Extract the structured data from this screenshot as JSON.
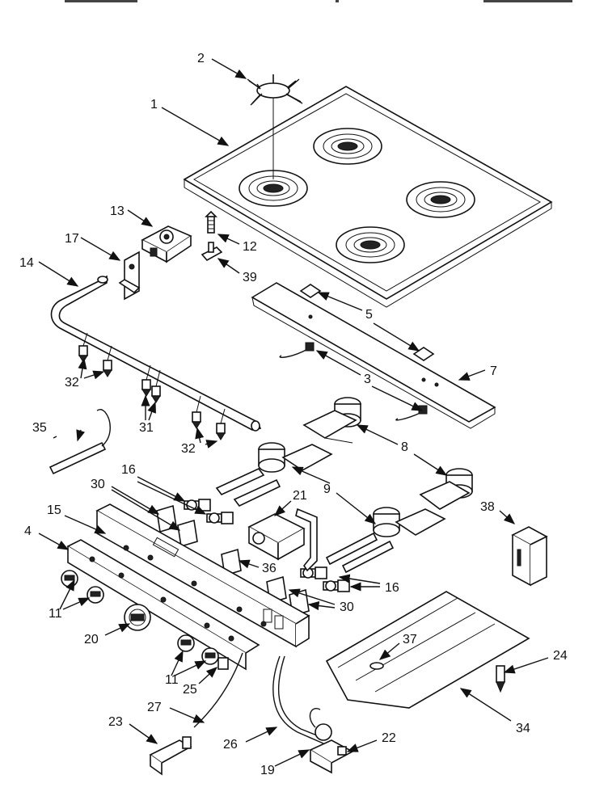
{
  "diagram": {
    "callouts": [
      "1",
      "2",
      "3",
      "4",
      "5",
      "7",
      "8",
      "9",
      "11",
      "11",
      "12",
      "13",
      "14",
      "15",
      "16",
      "16",
      "17",
      "19",
      "20",
      "21",
      "22",
      "23",
      "24",
      "25",
      "26",
      "27",
      "30",
      "30",
      "31",
      "32",
      "32",
      "34",
      "35",
      "36",
      "37",
      "38",
      "39"
    ]
  }
}
